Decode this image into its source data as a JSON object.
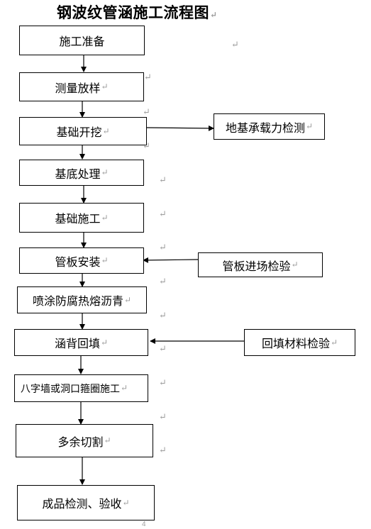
{
  "title": "钢波纹管涵施工流程图",
  "paragraph_mark": "↵",
  "steps": [
    "施工准备",
    "测量放样",
    "基础开挖",
    "基底处理",
    "基础施工",
    "管板安装",
    "喷涂防腐热熔沥青",
    "涵背回填",
    "八字墙或洞口箍圈施工",
    "多余切割",
    "成品检测、验收"
  ],
  "checks": {
    "foundation": "地基承载力检测",
    "plates": "管板进场检验",
    "backfill": "回填材料检验"
  },
  "page_number": "4"
}
